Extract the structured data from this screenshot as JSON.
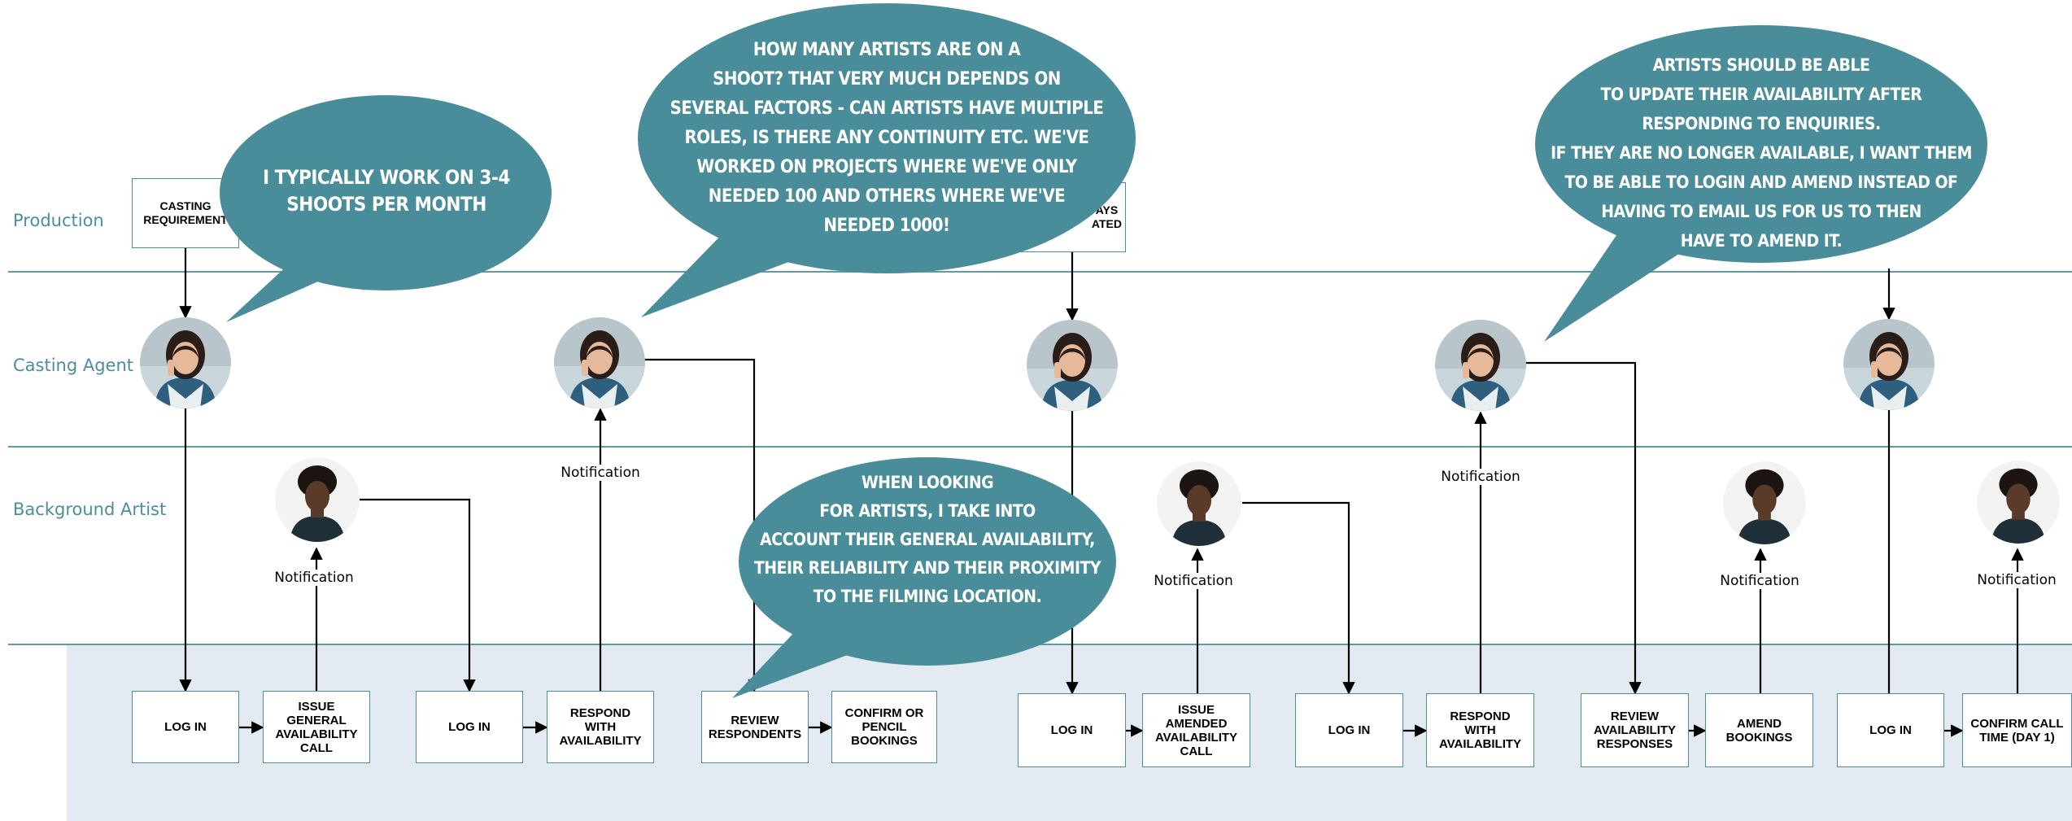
{
  "lanes": {
    "production": "Production",
    "casting_agent": "Casting Agent",
    "background_artist": "Background Artist"
  },
  "production_boxes": {
    "casting_requirement": "CASTING\nREQUIREMENT",
    "days_created": "AYS\nATED"
  },
  "system_steps": [
    "LOG IN",
    "ISSUE\nGENERAL\nAVAILABILITY\nCALL",
    "LOG IN",
    "RESPOND\nWITH\nAVAILABILITY",
    "REVIEW\nRESPONDENTS",
    "CONFIRM OR\nPENCIL\nBOOKINGS",
    "LOG IN",
    "ISSUE\nAMENDED\nAVAILABILITY\nCALL",
    "LOG IN",
    "RESPOND\nWITH\nAVAILABILITY",
    "REVIEW\nAVAILABILITY\nRESPONSES",
    "AMEND\nBOOKINGS",
    "LOG IN",
    "CONFIRM CALL\nTIME (DAY 1)"
  ],
  "notification_label": "Notification",
  "bubbles": {
    "shoots_per_month": "I TYPICALLY WORK ON 3-4\nSHOOTS PER MONTH",
    "artists_per_shoot": "HOW MANY ARTISTS ARE ON A\nSHOOT? THAT VERY MUCH DEPENDS ON\nSEVERAL FACTORS - CAN ARTISTS HAVE MULTIPLE\nROLES, IS THERE ANY CONTINUITY ETC. WE'VE\nWORKED ON PROJECTS WHERE WE'VE ONLY\nNEEDED 100 AND OTHERS WHERE WE'VE\nNEEDED 1000!",
    "looking_for_artists": "WHEN LOOKING\nFOR ARTISTS, I TAKE INTO\nACCOUNT THEIR GENERAL AVAILABILITY,\nTHEIR RELIABILITY AND THEIR PROXIMITY\nTO THE FILMING LOCATION.",
    "update_availability": "ARTISTS SHOULD BE ABLE\nTO UPDATE THEIR AVAILABILITY AFTER\nRESPONDING TO ENQUIRIES.\nIF THEY ARE NO LONGER AVAILABLE, I WANT THEM\nTO BE ABLE TO LOGIN AND AMEND INSTEAD OF\nHAVING TO EMAIL US FOR US TO THEN\nHAVE TO AMEND IT."
  },
  "colors": {
    "bubble": "#4a8d9a",
    "lane_label": "#4a8f9c",
    "system_band": "#e4eaf1",
    "box_border": "#4e8d99"
  },
  "icons": {
    "casting_agent": "casting-agent-avatar",
    "background_artist": "background-artist-avatar"
  }
}
